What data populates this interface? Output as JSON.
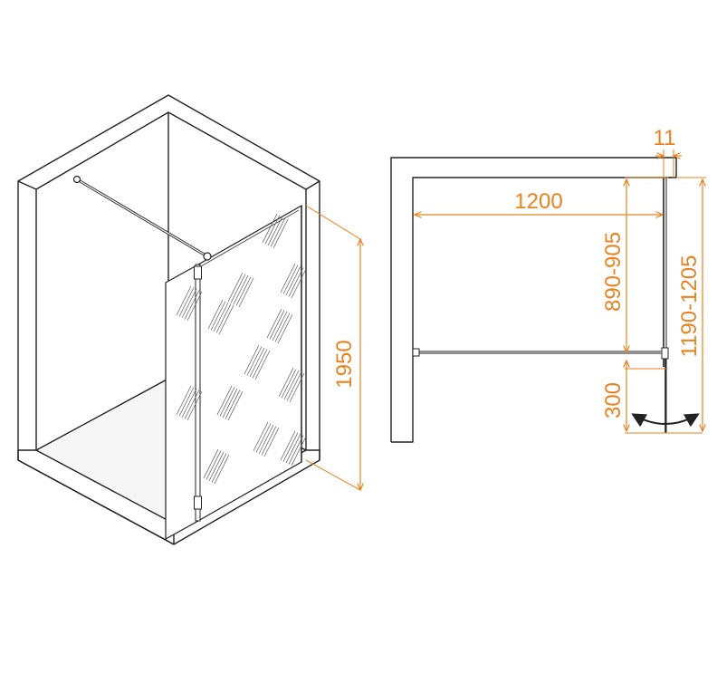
{
  "colors": {
    "line": "#222222",
    "dimension": "#e8821e",
    "background": "#ffffff"
  },
  "dimensions": {
    "height": "1950",
    "width": "1200",
    "profile": "11",
    "brace_position": "890-905",
    "overall_depth": "1190-1205",
    "swing_panel": "300"
  },
  "icons": {
    "swing": "double-arrow-swing-icon"
  }
}
